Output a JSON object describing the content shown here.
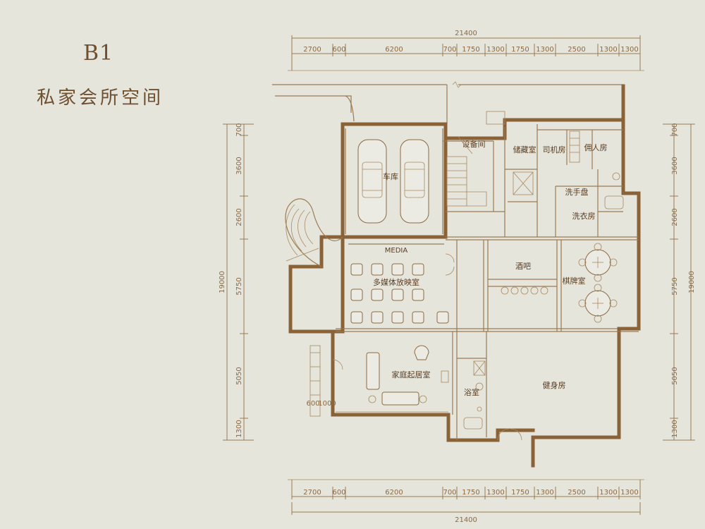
{
  "title": {
    "level": "B1",
    "subtitle": "私家会所空间"
  },
  "dimensions": {
    "top_total": "21400",
    "top_segments": [
      "2700",
      "600",
      "6200",
      "700",
      "1750",
      "1300",
      "1750",
      "1300",
      "2500",
      "1300",
      "1300"
    ],
    "bottom_total": "21400",
    "bottom_segments": [
      "2700",
      "600",
      "6200",
      "700",
      "1750",
      "1300",
      "1750",
      "1300",
      "2500",
      "1300",
      "1300"
    ],
    "left_total": "19000",
    "left_segments": [
      "700",
      "3600",
      "2600",
      "5750",
      "5050",
      "1300"
    ],
    "right_total": "19000",
    "right_segments": [
      "700",
      "3600",
      "2600",
      "5750",
      "5050",
      "1300"
    ],
    "small": [
      "600",
      "1000"
    ]
  },
  "rooms": {
    "garage": "车库",
    "equipment": "设备间",
    "storage": "储藏室",
    "driver": "司机房",
    "servant": "佣人房",
    "washbasin": "洗手盘",
    "laundry": "洗衣房",
    "media_label": "MEDIA",
    "media_room": "多媒体放映室",
    "bar": "酒吧",
    "chess": "棋牌室",
    "family": "家庭起居室",
    "bath": "浴室",
    "gym": "健身房"
  },
  "colors": {
    "background": "#e6e5dc",
    "wall": "#8a6238",
    "text": "#6e5030"
  }
}
